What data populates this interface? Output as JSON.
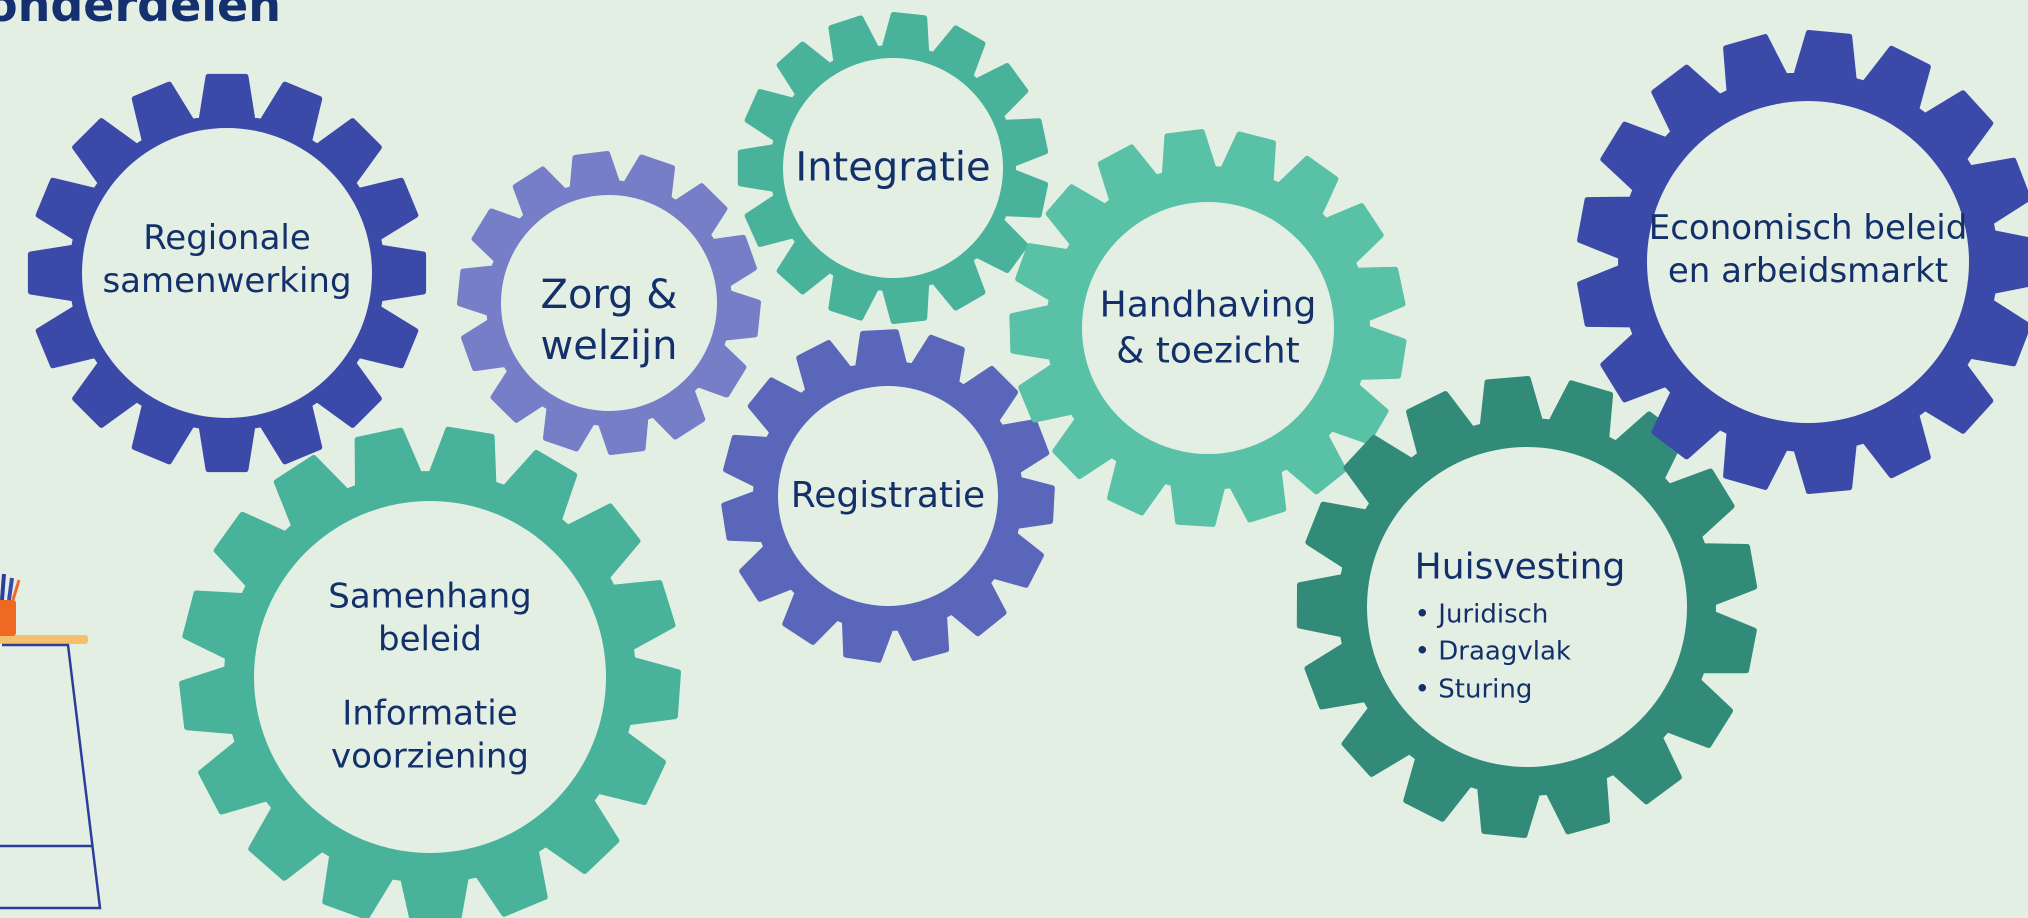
{
  "page": {
    "title": "onderdelen"
  },
  "colors": {
    "background": "#e4efe4",
    "hole": "#e4efe4",
    "text": "#13306a",
    "navy": "#3b4aa9",
    "indigo": "#5a66b9",
    "lavender": "#757ec6",
    "teal": "#48b39a",
    "mint": "#58c1a6",
    "darkteal": "#328a79"
  },
  "gears": [
    {
      "id": "regionale",
      "color": "navy",
      "lines": [
        "Regionale",
        "samenwerking"
      ]
    },
    {
      "id": "zorg",
      "color": "lavender",
      "lines": [
        "Zorg &",
        "welzijn"
      ]
    },
    {
      "id": "integratie",
      "color": "teal",
      "lines": [
        "Integratie"
      ]
    },
    {
      "id": "registratie",
      "color": "indigo",
      "lines": [
        "Registratie"
      ]
    },
    {
      "id": "handhaving",
      "color": "mint",
      "lines": [
        "Handhaving",
        "& toezicht"
      ]
    },
    {
      "id": "samenhang",
      "color": "teal",
      "lines": [
        "Samenhang",
        "beleid"
      ],
      "lines2": [
        "Informatie",
        "voorziening"
      ]
    },
    {
      "id": "huisvesting",
      "color": "darkteal",
      "lines": [
        "Huisvesting"
      ],
      "bullets": [
        "Juridisch",
        "Draagvlak",
        "Sturing"
      ]
    },
    {
      "id": "economisch",
      "color": "navy",
      "lines": [
        "Economisch beleid",
        "en arbeidsmarkt"
      ]
    }
  ],
  "decor": {
    "stand_stroke": "#2a3e9a",
    "desk_color": "#f4c06a",
    "pot_color": "#ee6a22"
  }
}
